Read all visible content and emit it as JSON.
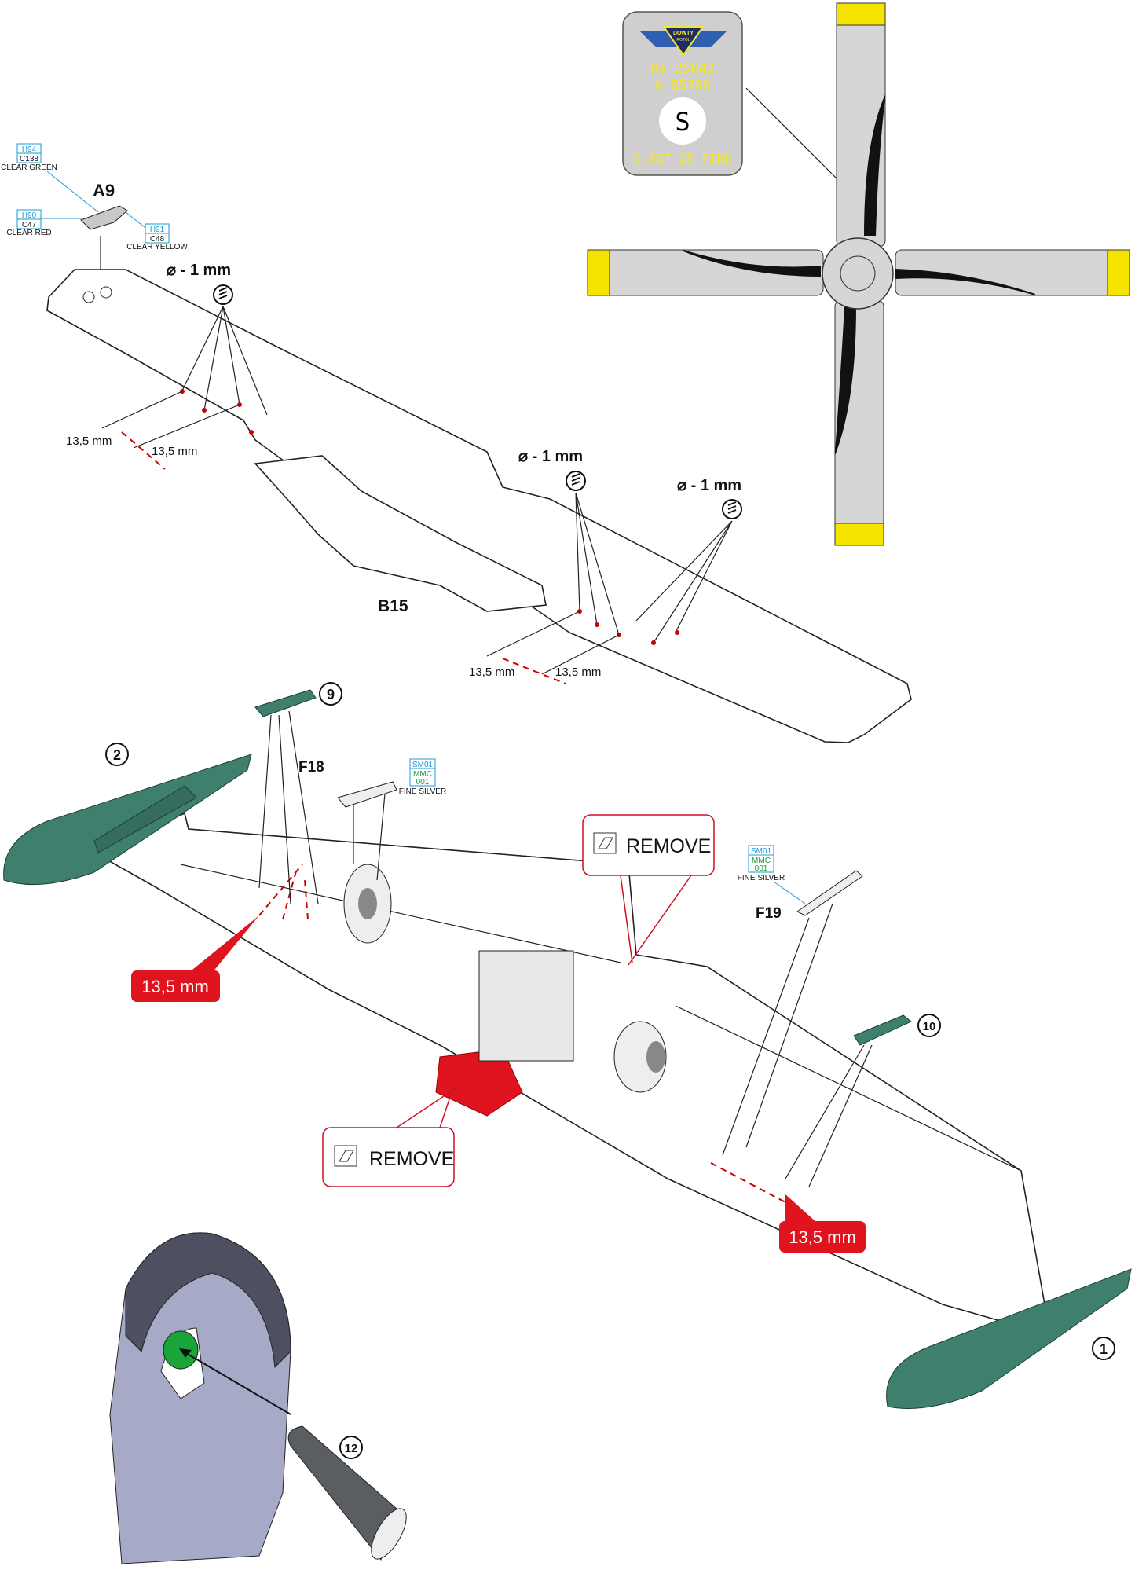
{
  "decal_card": {
    "logo_top": "DOWTY",
    "logo_bottom": "ROTOL",
    "line1": "RA  25042",
    "line2": "A  85786",
    "badge": "S",
    "line3": "Q.SET 25 FINE"
  },
  "parts": {
    "a9": "A9",
    "b15": "B15",
    "f18": "F18",
    "f19": "F19",
    "step_1": "1",
    "step_2": "2",
    "step_9": "9",
    "step_10": "10",
    "step_12": "12"
  },
  "paints": {
    "a9_green": {
      "h": "H94",
      "c": "C138",
      "name": "CLEAR GREEN"
    },
    "a9_red": {
      "h": "H90",
      "c": "C47",
      "name": "CLEAR RED"
    },
    "a9_yellow": {
      "h": "H91",
      "c": "C48",
      "name": "CLEAR YELLOW"
    },
    "f18": {
      "sm": "SM01",
      "mmc": "MMC",
      "num": "001",
      "name": "FINE SILVER"
    },
    "f19": {
      "sm": "SM01",
      "mmc": "MMC",
      "num": "001",
      "name": "FINE SILVER"
    }
  },
  "annotations": {
    "drill_1": "⌀ - 1 mm",
    "drill_2": "⌀ - 1 mm",
    "drill_3": "⌀ - 1 mm",
    "dim_a": "13,5 mm",
    "dim_b": "13,5 mm",
    "dim_c": "13,5 mm",
    "dim_d": "13,5 mm",
    "red_dim_left": "13,5 mm",
    "red_dim_right": "13,5 mm",
    "remove_1": "REMOVE",
    "remove_2": "REMOVE"
  },
  "colors": {
    "tank_green": "#3f7f6d",
    "red": "#e0141e",
    "prop_grey": "#d6d6d6",
    "prop_yellow": "#f5e400",
    "cowl": "#a7aac6",
    "paint_blue": "#1a9bd6",
    "paint_green": "#1d9a3c"
  }
}
